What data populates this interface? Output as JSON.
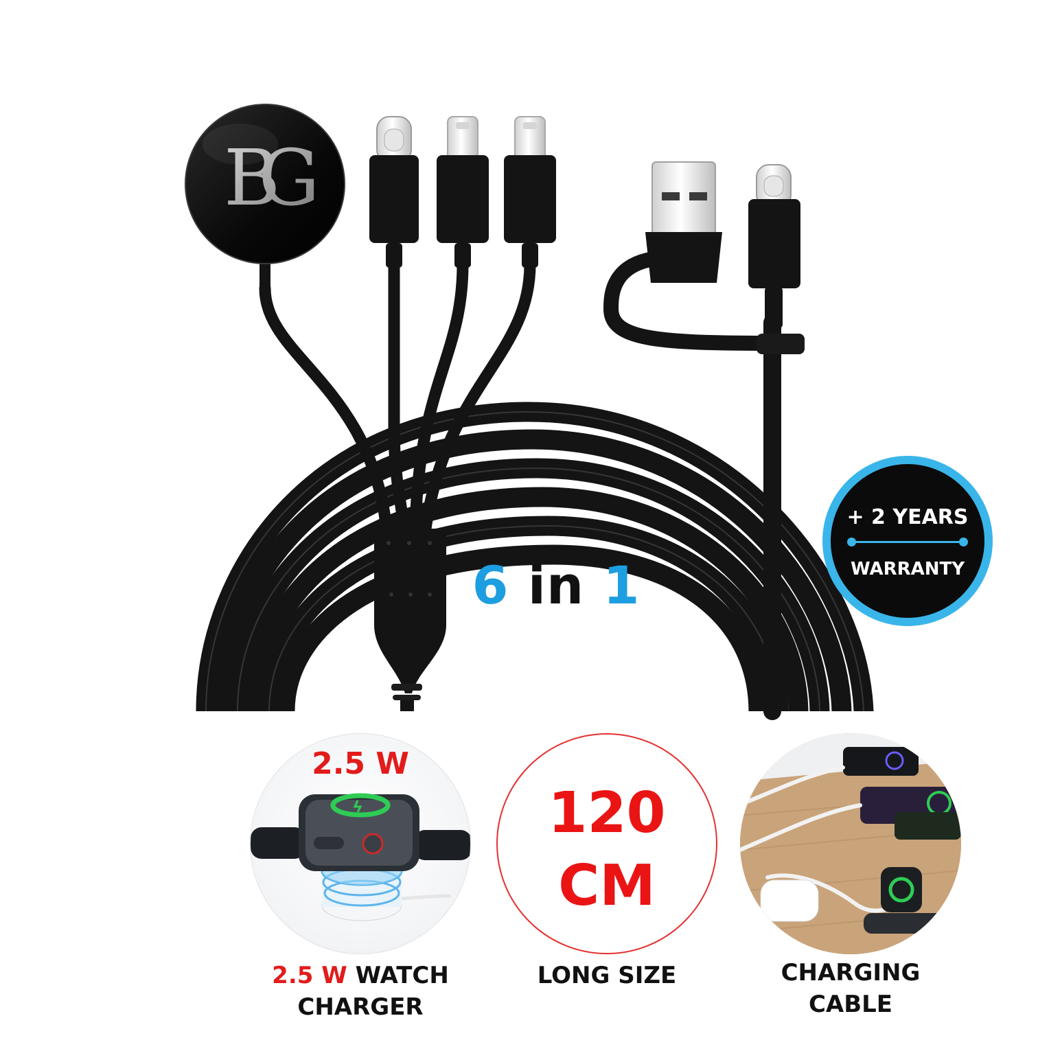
{
  "brand": {
    "logo_letters": "BG",
    "logo_description": "BG monogram on round charging puck"
  },
  "headline": {
    "part1": "6",
    "part2": " in ",
    "part3": "1"
  },
  "warranty_badge": {
    "top": "+ 2 YEARS",
    "bottom": "WARRANTY"
  },
  "features": [
    {
      "badge_text": "2.5 W",
      "caption_highlight": "2.5 W",
      "caption_rest": " WATCH",
      "caption_line2": "CHARGER",
      "icon": "watch-charger-icon"
    },
    {
      "value_line1": "120",
      "value_line2": "CM",
      "caption": "LONG SIZE",
      "icon": "cable-length-icon"
    },
    {
      "caption_line1": "CHARGING",
      "caption_line2": "CABLE",
      "icon": "devices-charging-photo"
    }
  ],
  "colors": {
    "accent_blue": "#1d9ee0",
    "warranty_ring": "#3ab5ea",
    "highlight_red": "#e21b1b",
    "cable_black": "#121212"
  }
}
